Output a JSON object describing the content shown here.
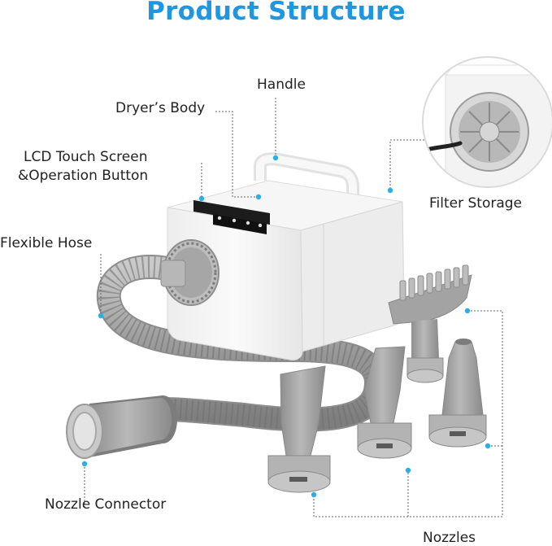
{
  "title": "Product Structure",
  "labels": {
    "handle": "Handle",
    "dryer_body": "Dryer’s Body",
    "lcd_line1": "LCD Touch Screen",
    "lcd_line2": "&Operation Button",
    "flexible_hose": "Flexible Hose",
    "filter_storage": "Filter Storage",
    "nozzle_connector": "Nozzle Connector",
    "nozzles": "Nozzles"
  },
  "colors": {
    "title": "#1f97e0",
    "callout_dot": "#2ab0e6",
    "leader_line": "#666666",
    "body_white": "#f7f7f7",
    "gray_part": "#9a9a9a"
  }
}
